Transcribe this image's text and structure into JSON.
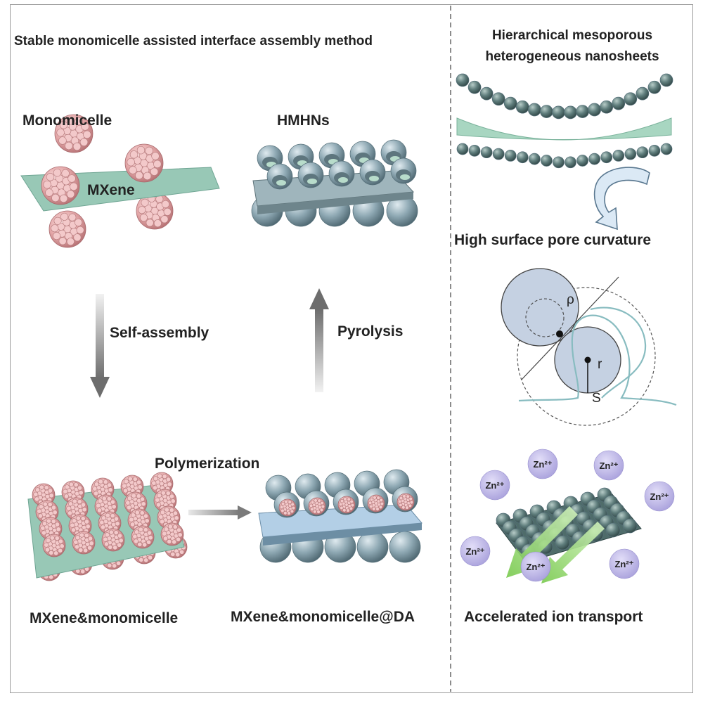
{
  "left_panel": {
    "header": "Stable monomicelle assisted interface assembly method",
    "monomicelle_label": "Monomicelle",
    "mxene_label": "MXene",
    "hmhns_label": "HMHNs",
    "self_assembly_label": "Self-assembly",
    "pyrolysis_label": "Pyrolysis",
    "polymerization_label": "Polymerization",
    "mxene_monomicelle_label": "MXene&monomicelle",
    "mxene_monomicelle_da_label": "MXene&monomicelle@DA"
  },
  "right_panel": {
    "header_line1": "Hierarchical mesoporous",
    "header_line2": "heterogeneous nanosheets",
    "curvature_label": "High surface pore curvature",
    "rho_symbol": "ρ",
    "r_symbol": "r",
    "s_symbol": "S",
    "ion_label": "Zn²⁺",
    "transport_label": "Accelerated ion transport"
  },
  "colors": {
    "micelle": "#e5a9aa",
    "mxene_sheet": "#98c8b6",
    "sphere": "#8fa9b4",
    "sheet_gray": "#8d9ea4",
    "ion": "#b8b2e4",
    "arrow_green": "#8fd36a",
    "curve_arrow": "#dbe9f5"
  }
}
